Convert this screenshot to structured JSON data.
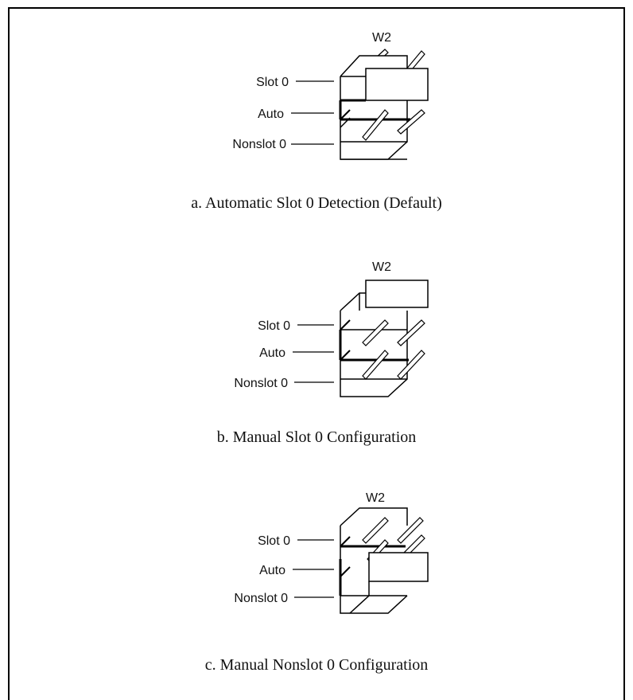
{
  "figure": {
    "panels": [
      {
        "header": "W2",
        "labels": [
          "Slot 0",
          "Auto",
          "Nonslot 0"
        ],
        "caption": "a. Automatic Slot 0 Detection (Default)",
        "jumper_position": "top"
      },
      {
        "header": "W2",
        "labels": [
          "Slot 0",
          "Auto",
          "Nonslot 0"
        ],
        "caption": "b. Manual Slot 0 Configuration",
        "jumper_position": "upper"
      },
      {
        "header": "W2",
        "labels": [
          "Slot 0",
          "Auto",
          "Nonslot 0"
        ],
        "caption": "c. Manual Nonslot 0 Configuration",
        "jumper_position": "lower"
      }
    ]
  }
}
